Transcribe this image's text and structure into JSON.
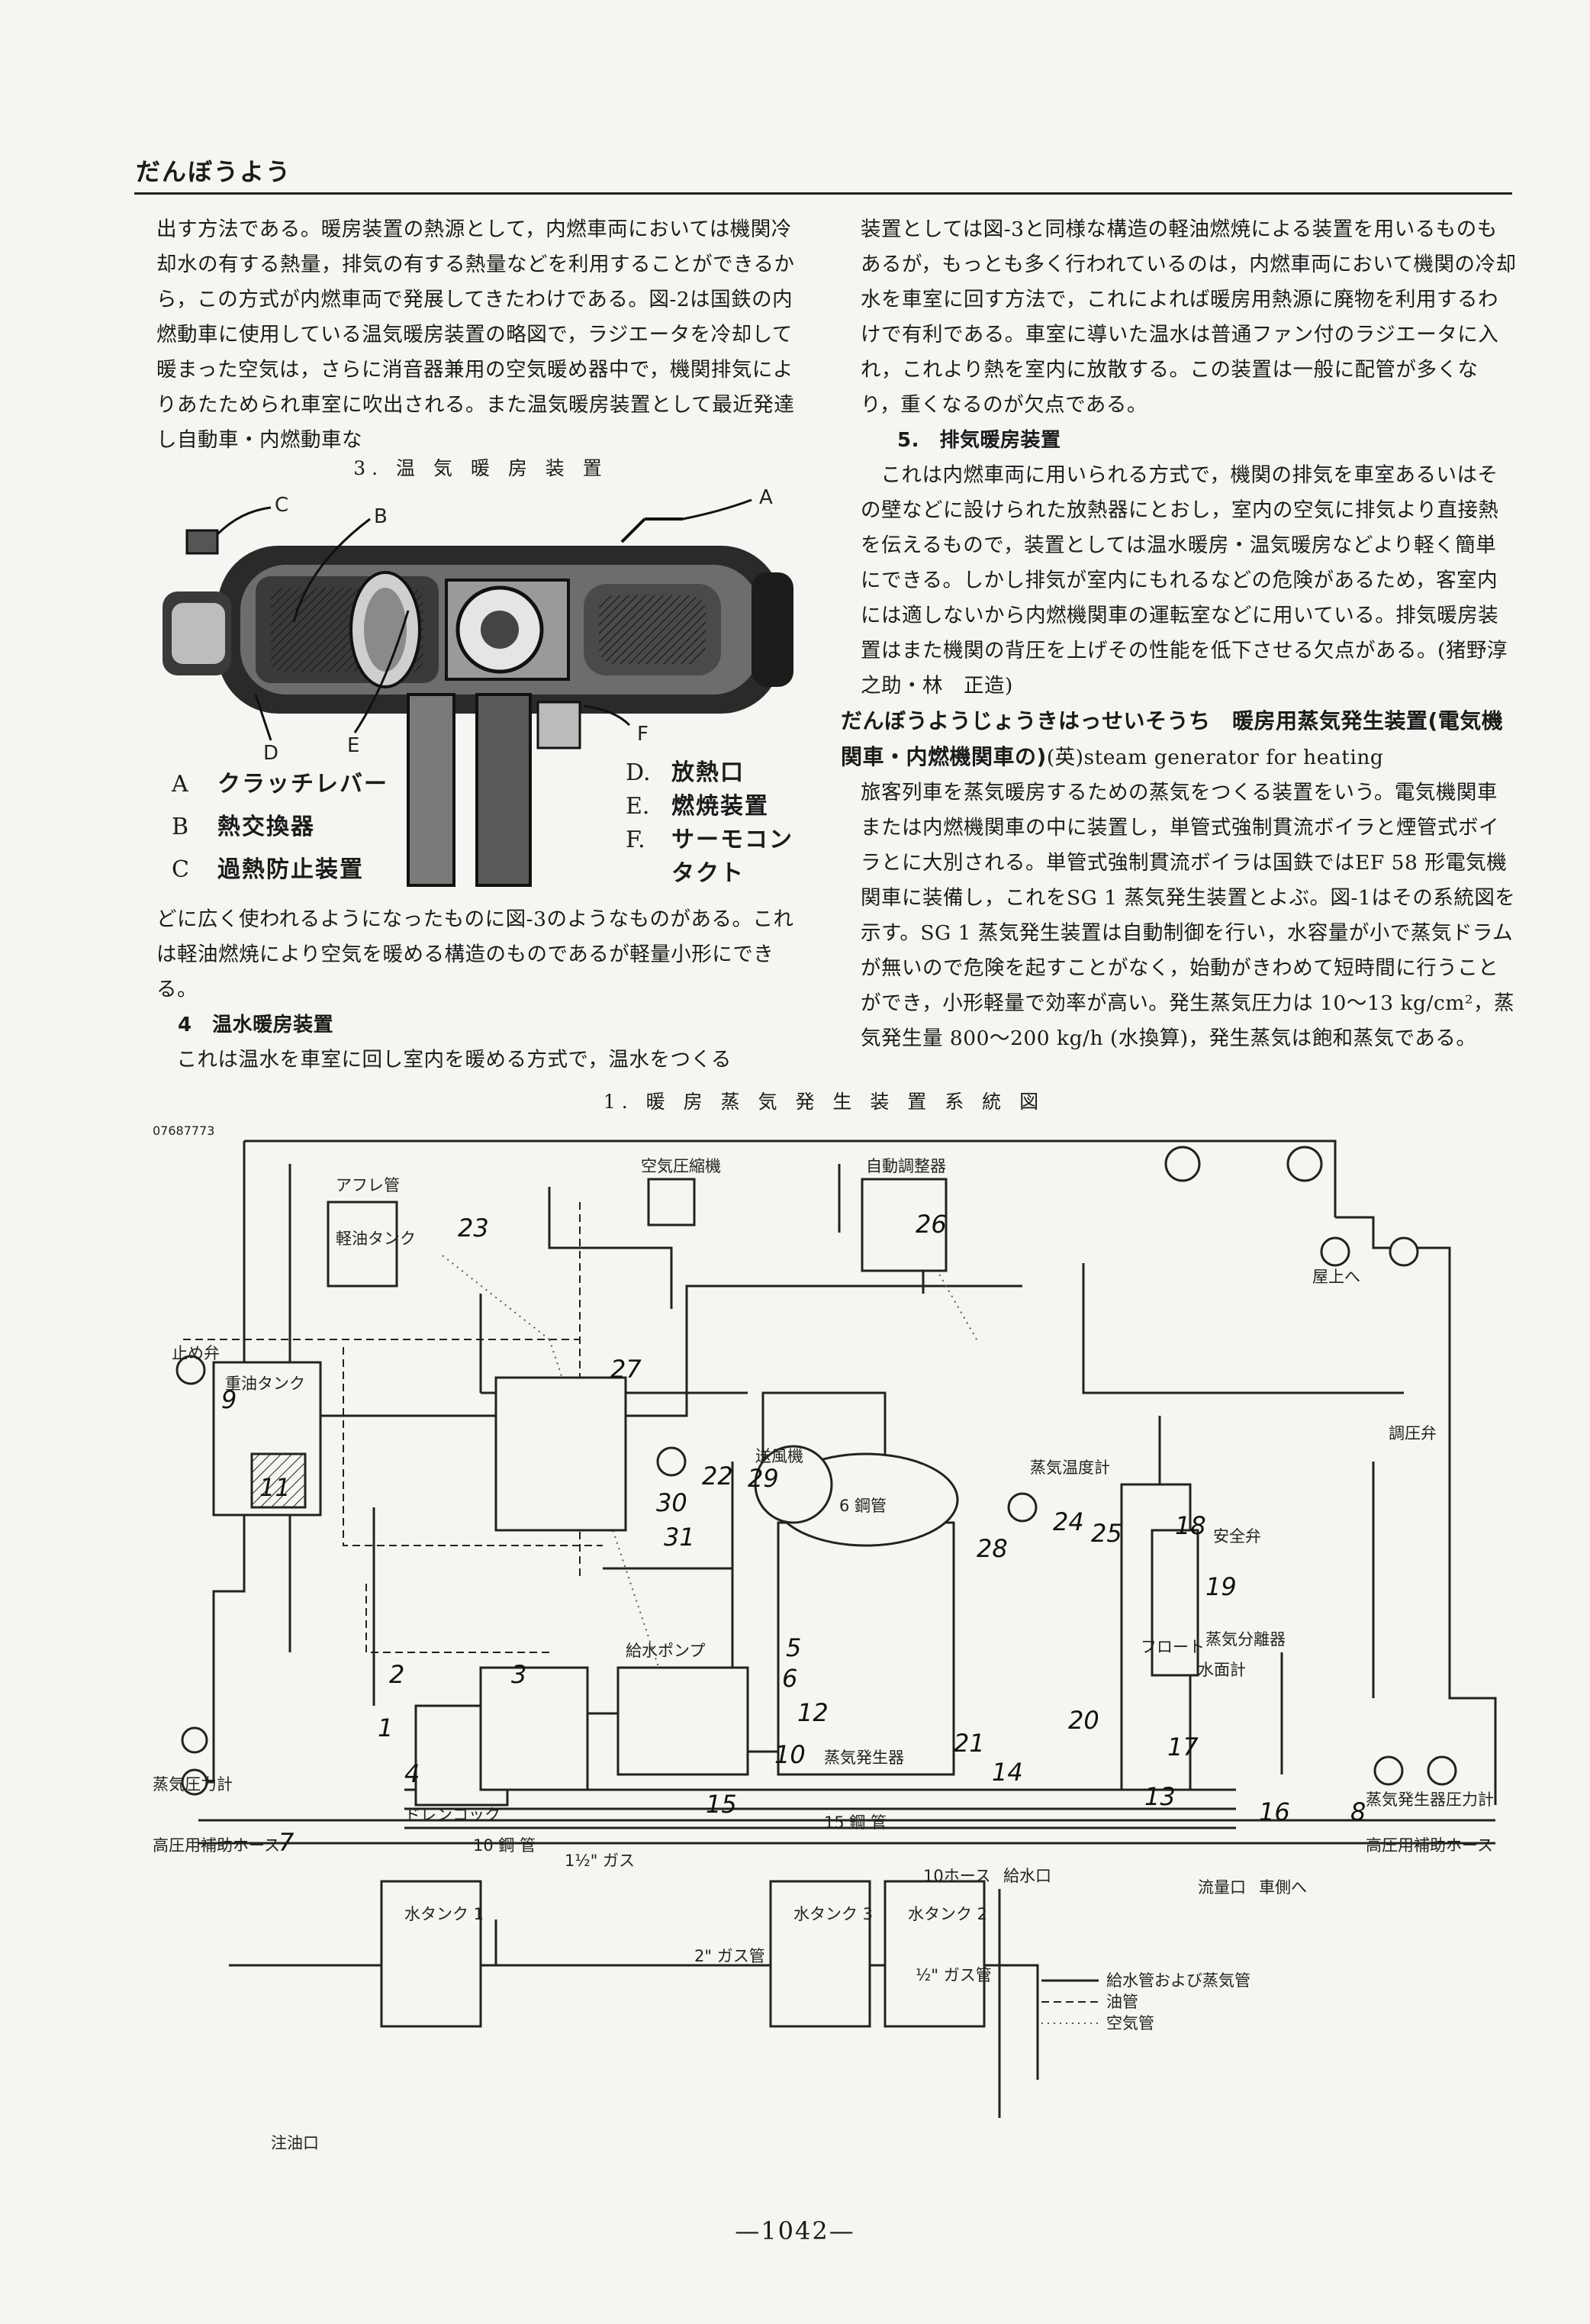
{
  "header": {
    "title": "だんぼうよう"
  },
  "left_column": {
    "para1": "出す方法である。暖房装置の熱源として，内燃車両においては機関冷却水の有する熱量，排気の有する熱量などを利用することができるから，この方式が内燃車両で発展してきたわけである。図-2は国鉄の内燃動車に使用している温気暖房装置の略図で，ラジエータを冷却して暖まった空気は，さらに消音器兼用の空気暖め器中で，機関排気によりあたためられ車室に吹出される。また温気暖房装置として最近発達し自動車・内燃動車な",
    "fig3_caption": "3. 温 気 暖 房 装 置",
    "para2": "どに広く使われるようになったものに図-3のようなものがある。これは軽油燃焼により空気を暖める構造のものであるが軽量小形にできる。",
    "sec4_heading": "4　温水暖房装置",
    "para3": "これは温水を車室に回し室内を暖める方式で，温水をつくる"
  },
  "fig3_callouts": [
    "A",
    "B",
    "C",
    "D",
    "E",
    "F"
  ],
  "fig3_legend": [
    {
      "key": "A",
      "text": "クラッチレバー"
    },
    {
      "key": "B",
      "text": "熱交換器"
    },
    {
      "key": "C",
      "text": "過熱防止装置"
    },
    {
      "key": "D.",
      "text": "放熱口"
    },
    {
      "key": "E.",
      "text": "燃焼装置"
    },
    {
      "key": "F.",
      "text": "サーモコンタクト"
    }
  ],
  "right_column": {
    "para1": "装置としては図-3と同様な構造の軽油燃焼による装置を用いるものもあるが，もっとも多く行われているのは，内燃車両において機関の冷却水を車室に回す方法で，これによれば暖房用熱源に廃物を利用するわけで有利である。車室に導いた温水は普通ファン付のラジエータに入れ，これより熱を室内に放散する。この装置は一般に配管が多くなり，重くなるのが欠点である。",
    "sec5_heading": "5.　排気暖房装置",
    "para2": "これは内燃車両に用いられる方式で，機関の排気を車室あるいはその壁などに設けられた放熱器にとおし，室内の空気に排気より直接熱を伝えるもので，装置としては温水暖房・温気暖房などより軽く簡単にできる。しかし排気が室内にもれるなどの危険があるため，客室内には適しないから内燃機関車の運転室などに用いている。排気暖房装置はまた機関の背圧を上げその性能を低下させる欠点がある。(猪野淳之助・林　正造)",
    "entry_heading": "だんぼうようじょうきはっせいそうち　暖房用蒸気発生装置(電気機関車・内燃機関車の)",
    "entry_english": "(英)steam generator for heating",
    "entry_text": "旅客列車を蒸気暖房するための蒸気をつくる装置をいう。電気機関車または内燃機関車の中に装置し，単管式強制貫流ボイラと煙管式ボイラとに大別される。単管式強制貫流ボイラは国鉄ではEF 58 形電気機関車に装備し，これをSG 1 蒸気発生装置とよぶ。図-1はその系統図を示す。SG 1 蒸気発生装置は自動制御を行い，水容量が小で蒸気ドラムが無いので危険を起すことがなく，始動がきわめて短時間に行うことができ，小形軽量で効率が高い。発生蒸気圧力は 10～13 kg/cm²，蒸気発生量 800～200 kg/h (水換算)，発生蒸気は飽和蒸気である。"
  },
  "fig1": {
    "caption": "1. 暖 房 蒸 気 発 生 装 置 系 統 図",
    "tl_code": "07687773",
    "labels": {
      "fuel_tank": "軽油タンク",
      "heavy_oil_tank": "重油タンク",
      "air_ref": "アフレ管",
      "stop_valve": "止め弁",
      "water_tank_1": "水タンク 1",
      "water_tank_2": "水タンク 2",
      "water_tank_3": "水タンク 3",
      "feed_pump": "給水ポンプ",
      "steam_gen": "蒸気発生器",
      "water_sep": "蒸気分離器",
      "fan": "送風機",
      "compressor": "空気圧縮機",
      "float": "フロート",
      "return_tank": "ドレンコック",
      "auto_reg": "自動調整器",
      "pipe_10": "10 鋼 管",
      "pipe_15": "15 鋼 管",
      "pipe_6": "6 鋼管",
      "pipe_gas_112": "1½\" ガス",
      "pipe_gas_2": "2\" ガス管",
      "pipe_gas_12": "½\" ガス管",
      "feed_port": "給水口",
      "oil_port": "注油口",
      "drain": "流量口",
      "to_car": "車側へ",
      "to_roof": "屋上へ",
      "steam_gauge_l": "蒸気圧力計",
      "steam_gauge_r": "蒸気発生器圧力計",
      "hp_hose_l": "高圧用補助ホース",
      "hp_hose_r": "高圧用補助ホース",
      "safety_valve": "安全弁",
      "thermometer": "蒸気温度計",
      "water_meter": "水面計",
      "hose_10": "10ホース",
      "reg_valve": "調圧弁"
    },
    "numbers": [
      "1",
      "2",
      "3",
      "4",
      "5",
      "6",
      "7",
      "8",
      "9",
      "10",
      "11",
      "12",
      "13",
      "14",
      "15",
      "16",
      "17",
      "18",
      "19",
      "20",
      "21",
      "22",
      "23",
      "24",
      "25",
      "26",
      "27",
      "28",
      "29",
      "30",
      "31"
    ],
    "legend": [
      {
        "style": "solid",
        "text": "給水管および蒸気管"
      },
      {
        "style": "dash",
        "text": "油管"
      },
      {
        "style": "dot",
        "text": "空気管"
      }
    ]
  },
  "page_number": "—1042—"
}
